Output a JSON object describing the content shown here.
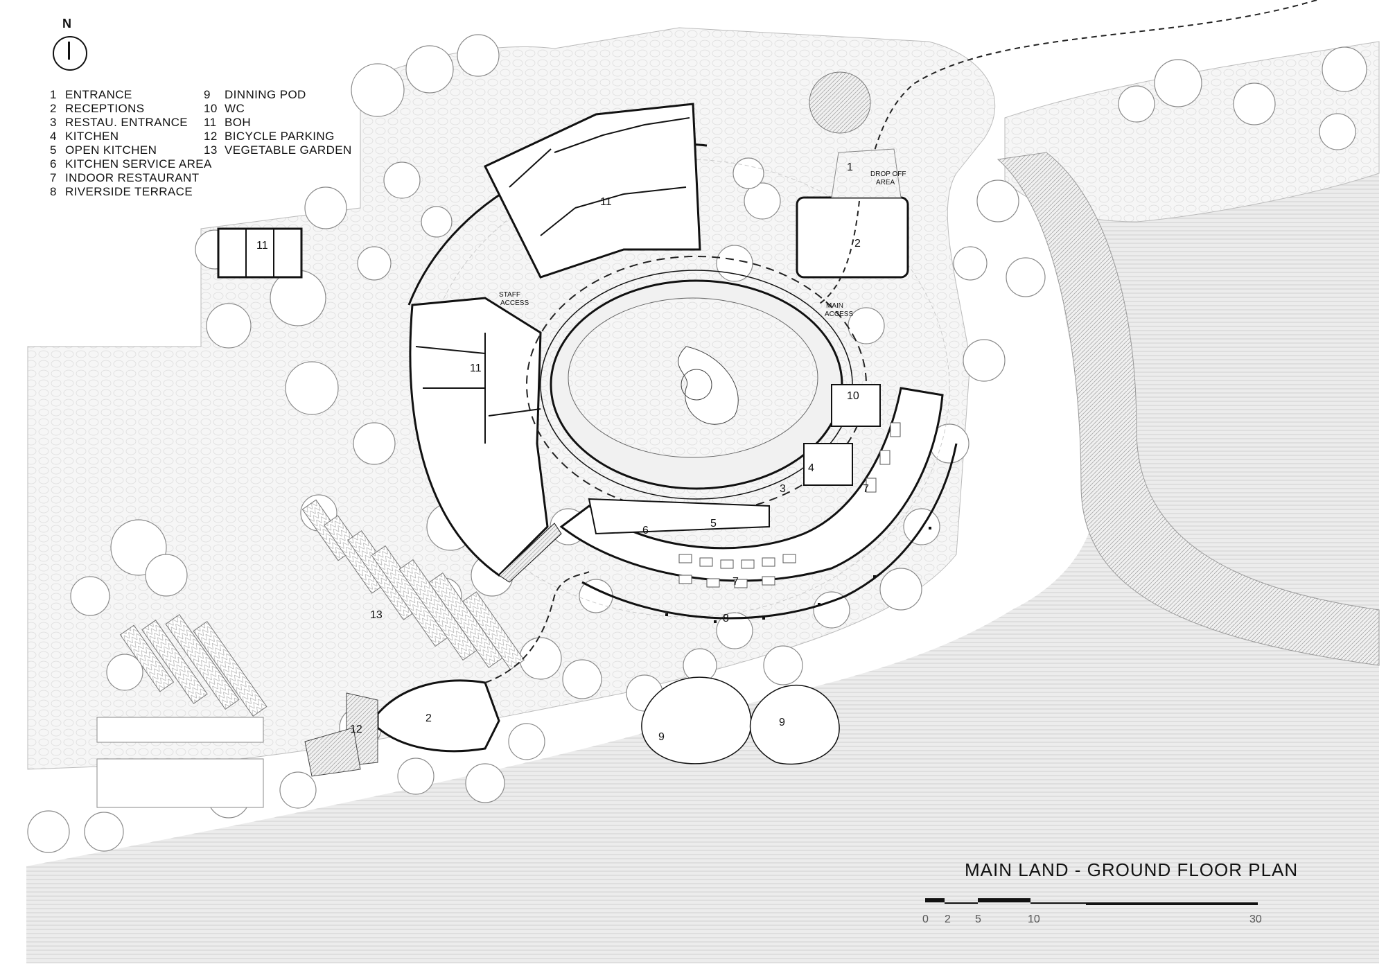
{
  "north": {
    "letter": "N"
  },
  "legend": [
    {
      "num": "1",
      "label": "ENTRANCE"
    },
    {
      "num": "2",
      "label": "RECEPTIONS"
    },
    {
      "num": "3",
      "label": "RESTAU. ENTRANCE"
    },
    {
      "num": "4",
      "label": "KITCHEN"
    },
    {
      "num": "5",
      "label": "OPEN KITCHEN"
    },
    {
      "num": "6",
      "label": "KITCHEN SERVICE AREA"
    },
    {
      "num": "7",
      "label": "INDOOR RESTAURANT"
    },
    {
      "num": "8",
      "label": "RIVERSIDE TERRACE"
    },
    {
      "num": "9",
      "label": "DINNING POD"
    },
    {
      "num": "10",
      "label": "WC"
    },
    {
      "num": "11",
      "label": "BOH"
    },
    {
      "num": "12",
      "label": "BICYCLE PARKING"
    },
    {
      "num": "13",
      "label": "VEGETABLE GARDEN"
    }
  ],
  "plan_labels": {
    "boh_1": "11",
    "boh_2": "11",
    "boh_3": "11",
    "entrance": "1",
    "reception_top": "2",
    "reception_bottom": "2",
    "restau_entrance": "3",
    "kitchen": "4",
    "open_kitchen": "5",
    "kitchen_service": "6",
    "indoor_rest_1": "7",
    "indoor_rest_2": "7",
    "terrace": "8",
    "pod_1": "9",
    "pod_2": "9",
    "wc": "10",
    "bicycle": "12",
    "garden": "13",
    "drop_off_1": "DROP OFF",
    "drop_off_2": "AREA",
    "staff_access_1": "STAFF",
    "staff_access_2": "ACCESS",
    "main_access_1": "MAIN",
    "main_access_2": "ACCESS"
  },
  "title": "MAIN LAND - GROUND FLOOR PLAN",
  "scale_ticks": [
    "0",
    "2",
    "5",
    "10",
    "30"
  ],
  "colors": {
    "ink": "#111111",
    "water": "#e9e9e9",
    "landscape": "#f3f3f3",
    "tree": "#9a9a9a"
  }
}
